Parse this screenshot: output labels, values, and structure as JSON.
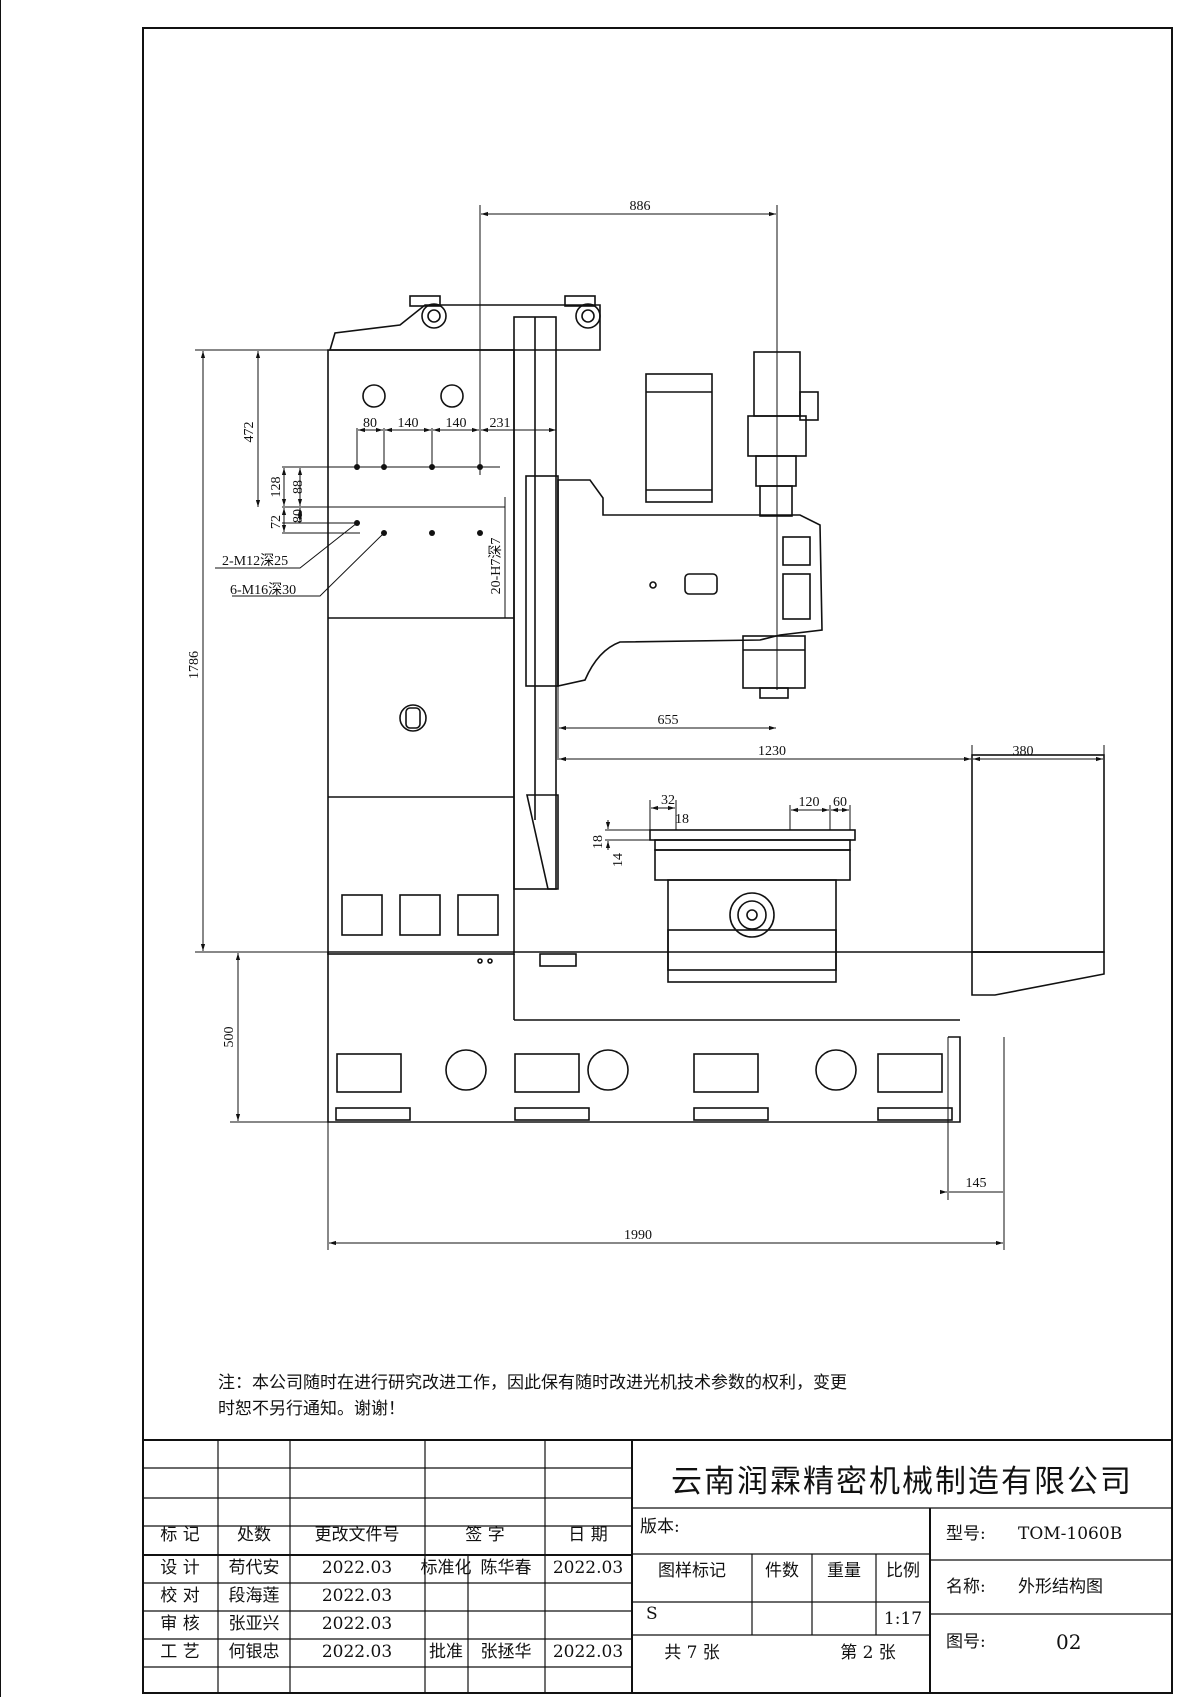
{
  "dimensions": {
    "d886": "886",
    "d472": "472",
    "d80a": "80",
    "d140a": "140",
    "d140b": "140",
    "d231": "231",
    "d128": "128",
    "d88": "88",
    "d80b": "80",
    "d72": "72",
    "thread1": "2-M12深25",
    "thread2": "6-M16深30",
    "pin": "20-H7深7",
    "d1786": "1786",
    "d655": "655",
    "d1230": "1230",
    "d380": "380",
    "d32": "32",
    "d18a": "18",
    "d120": "120",
    "d60": "60",
    "d18b": "18",
    "d14": "14",
    "d500": "500",
    "d145": "145",
    "d1990": "1990"
  },
  "note": {
    "line1": "注：本公司随时在进行研究改进工作，因此保有随时改进光机技术参数的权利，变更",
    "line2": "时恕不另行通知。谢谢！"
  },
  "title_block": {
    "company": "云南润霖精密机械制造有限公司",
    "headers": {
      "mark": "标 记",
      "count": "处数",
      "change_doc": "更改文件号",
      "sign": "签 字",
      "date": "日 期"
    },
    "rows": [
      {
        "role": "设 计",
        "name": "苟代安",
        "date": "2022.03"
      },
      {
        "role": "校 对",
        "name": "段海莲",
        "date": "2022.03"
      },
      {
        "role": "审 核",
        "name": "张亚兴",
        "date": "2022.03"
      },
      {
        "role": "工 艺",
        "name": "何银忠",
        "date": "2022.03"
      }
    ],
    "standardize": {
      "label": "标准化",
      "name": "陈华春",
      "date": "2022.03"
    },
    "approve": {
      "label": "批准",
      "name": "张拯华",
      "date": "2022.03"
    },
    "version_label": "版本:",
    "drawing_mark": "图样标记",
    "pieces": "件数",
    "weight": "重量",
    "scale_label": "比例",
    "mark_value": "S",
    "scale_value": "1:17",
    "total_sheets": "共 7 张",
    "sheet_no": "第 2 张",
    "model_label": "型号:",
    "model_value": "TOM-1060B",
    "name_label": "名称:",
    "name_value": "外形结构图",
    "drawing_no_label": "图号:",
    "drawing_no_value": "02"
  }
}
